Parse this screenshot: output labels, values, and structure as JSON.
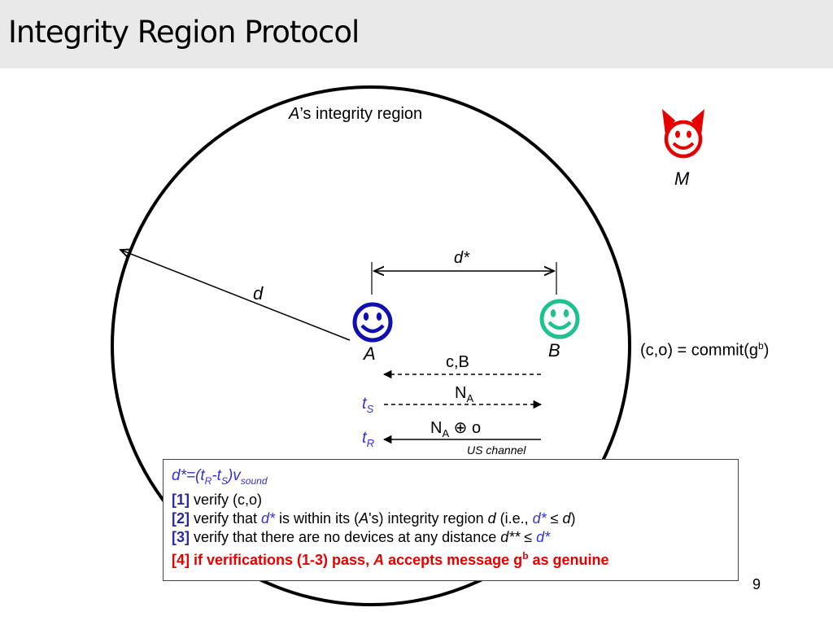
{
  "title": "Integrity Region Protocol",
  "region_label_italic": "A",
  "region_label_rest": "’s integrity region",
  "attacker_label": "M",
  "distance_label": "d",
  "dstar_label": "d*",
  "node_a_label": "A",
  "node_b_label": "B",
  "commit_text": "(c,o) = commit(g",
  "commit_sup": "b",
  "commit_close": ")",
  "msg1": "c,B",
  "msg2_main": "N",
  "msg2_sub": "A",
  "msg3_main": "N",
  "msg3_sub": "A",
  "msg3_rest": " ⊕ o",
  "ts_t": "t",
  "ts_s": "S",
  "tr_t": "t",
  "tr_r": "R",
  "us_channel": "US channel",
  "colors": {
    "node_a": "#1010b0",
    "node_b": "#20c090",
    "attacker": "#e60000"
  },
  "box": {
    "formula": "d*=(t_R-t_S)v_sound",
    "f1": "d*=(",
    "f2": "t",
    "f3": "R",
    "f4": "-",
    "f5": "t",
    "f6": "S",
    "f7": ")",
    "f8": "v",
    "f9": "sound",
    "l1_tag": "[1]",
    "l1_text": " verify (c,o)",
    "l2_tag": "[2]",
    "l2_a": " verify that ",
    "l2_b": "d*",
    "l2_c": " is within its (",
    "l2_d": "A",
    "l2_e": "'s) integrity region ",
    "l2_f": "d",
    "l2_g": " (i.e., ",
    "l2_h": "d*",
    "l2_i": " ≤ ",
    "l2_j": "d",
    "l2_k": ")",
    "l3_tag": "[3]",
    "l3_a": " verify that there are no devices at any distance ",
    "l3_b": "d**",
    "l3_c": " ≤ ",
    "l3_d": "d*",
    "l4_a": "[4] if verifications (1-3) pass, ",
    "l4_b": "A",
    "l4_c": " accepts message g",
    "l4_d": "b",
    "l4_e": " as genuine"
  },
  "page_number": "9"
}
